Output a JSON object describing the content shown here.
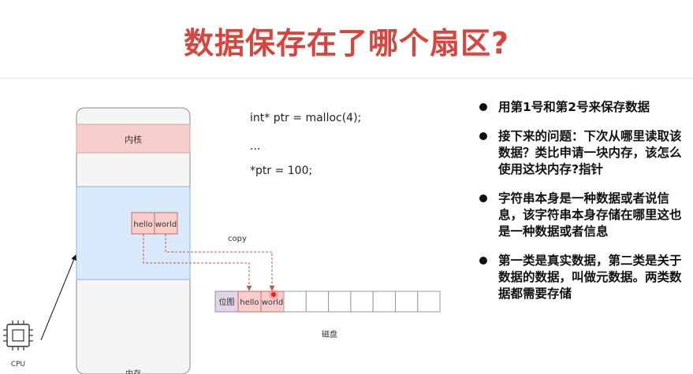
{
  "title": "数据保存在了哪个扇区?",
  "memory": {
    "kernel_label": "内核",
    "cell_hello": "hello",
    "cell_world": "world",
    "bottom_label": "内存"
  },
  "copy_label": "copy",
  "code": {
    "line1": "int* ptr = malloc(4);",
    "line2": "...",
    "line3": "*ptr = 100;"
  },
  "disk": {
    "bitmap_label": "位图",
    "cell_hello": "hello",
    "cell_world": "world",
    "empty_cells": 7,
    "label": "磁盘"
  },
  "cpu_label": "CPU",
  "bullets": [
    "用第1号和第2号来保存数据",
    "接下来的问题：下次从哪里读取该数据？类比申请一块内存，该怎么使用这块内存?指针",
    "字符串本身是一种数据或者说信息，该字符串本身存储在哪里这也是一种数据或者信息",
    "第一类是真实数据，第二类是关于数据的数据，叫做元数据。两类数据都需要存储"
  ],
  "colors": {
    "title": "#d9443d",
    "kernel_fill": "#f8cecc",
    "kernel_stroke": "#d99d9a",
    "user_fill": "#dae8fc",
    "user_stroke": "#8fb0dc",
    "bitmap_fill": "#e1d5e7",
    "dashed_arrow": "#c4554f"
  }
}
